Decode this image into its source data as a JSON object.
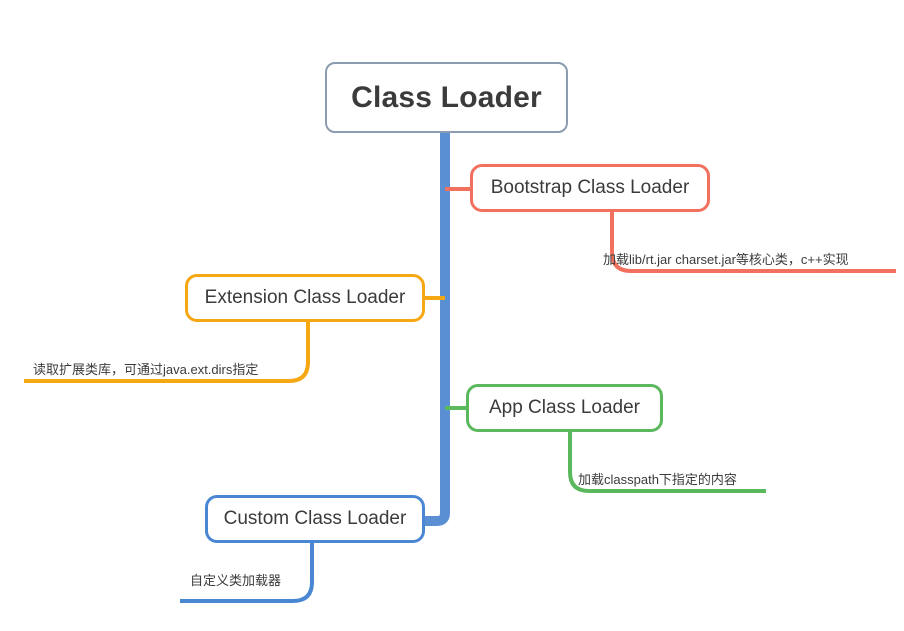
{
  "diagram": {
    "type": "mind-map",
    "title_node": {
      "label": "Class Loader",
      "border_color": "#8b9cb0",
      "text_color": "#3b3b3b"
    },
    "trunk_color": "#5b8fd4",
    "branches": [
      {
        "id": "bootstrap",
        "label": "Bootstrap Class Loader",
        "color": "#f2705e",
        "note": "加载lib/rt.jar charset.jar等核心类，c++实现"
      },
      {
        "id": "extension",
        "label": "Extension Class Loader",
        "color": "#f5a814",
        "note": "读取扩展类库，可通过java.ext.dirs指定"
      },
      {
        "id": "app",
        "label": "App Class Loader",
        "color": "#5cb85c",
        "note": "加载classpath下指定的内容"
      },
      {
        "id": "custom",
        "label": "Custom Class Loader",
        "color": "#4a87d3",
        "note": "自定义类加载器"
      }
    ]
  }
}
